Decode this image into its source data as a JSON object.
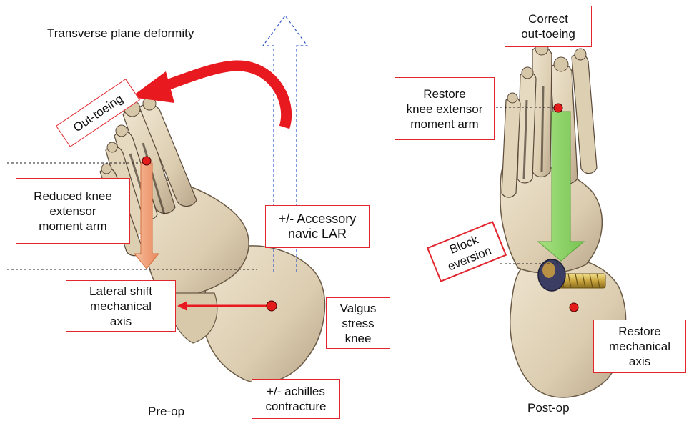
{
  "pre_op": {
    "heading": "Transverse plane deformity",
    "out_toeing": "Out-toeing",
    "reduced_knee": [
      "Reduced knee",
      "extensor",
      "moment arm"
    ],
    "accessory": [
      "+/- Accessory",
      "navic LAR"
    ],
    "lateral_shift": [
      "Lateral shift",
      "mechanical",
      "axis"
    ],
    "valgus": [
      "Valgus",
      "stress",
      "knee"
    ],
    "achilles": [
      "+/- achilles",
      "contracture"
    ],
    "caption": "Pre-op"
  },
  "post_op": {
    "correct": [
      "Correct",
      "out-toeing"
    ],
    "restore_knee": [
      "Restore",
      "knee extensor",
      "moment arm"
    ],
    "block": [
      "Block",
      "eversion"
    ],
    "restore_axis": [
      "Restore",
      "mechanical",
      "axis"
    ],
    "caption": "Post-op"
  },
  "colors": {
    "label_border": "#e2262d",
    "deformity_arrow": "#e8191f",
    "pre_moment_arrow": "#f2a47d",
    "post_moment_arrow": "#8fd36a",
    "bone": "#e3d6bb",
    "bone_shadow": "#5b4a3a",
    "marker": "#e31b1b",
    "accessory_arrow": "#2f57c8"
  }
}
